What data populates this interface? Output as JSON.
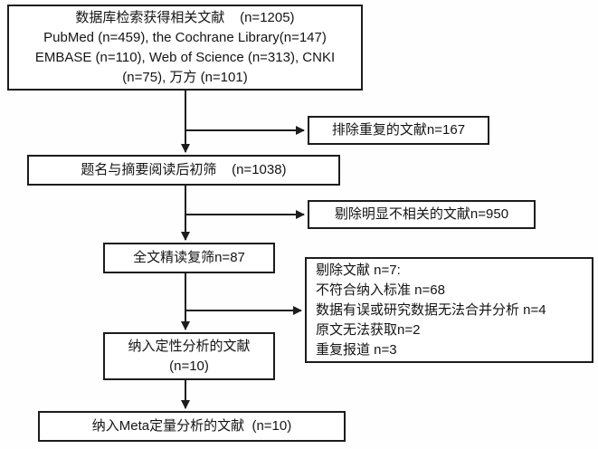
{
  "flowchart": {
    "box_search": {
      "lines": [
        "数据库检索获得相关文献    (n=1205)",
        "PubMed (n=459), the Cochrane Library(n=147)",
        "EMBASE (n=110), Web of Science (n=313), CNKI",
        "(n=75), 万方 (n=101)"
      ]
    },
    "box_exclude_duplicates": {
      "text": "排除重复的文献n=167"
    },
    "box_title_abstract": {
      "text": "题名与摘要阅读后初筛    (n=1038)"
    },
    "box_exclude_irrelevant": {
      "text": "剔除明显不相关的文献n=950"
    },
    "box_fulltext": {
      "text": "全文精读复筛n=87"
    },
    "box_exclude_fulltext": {
      "lines": [
        "剔除文献 n=7:",
        "不符合纳入标准 n=68",
        "数据有误或研究数据无法合并分析 n=4",
        "原文无法获取n=2",
        "重复报道 n=3"
      ]
    },
    "box_qualitative": {
      "lines": [
        "纳入定性分析的文献",
        "(n=10)"
      ]
    },
    "box_meta": {
      "text": "纳入Meta定量分析的文献  (n=10)"
    },
    "colors": {
      "line": "#1c1c1c",
      "box_border": "#1c1c1c",
      "background": "#fefefe"
    }
  }
}
